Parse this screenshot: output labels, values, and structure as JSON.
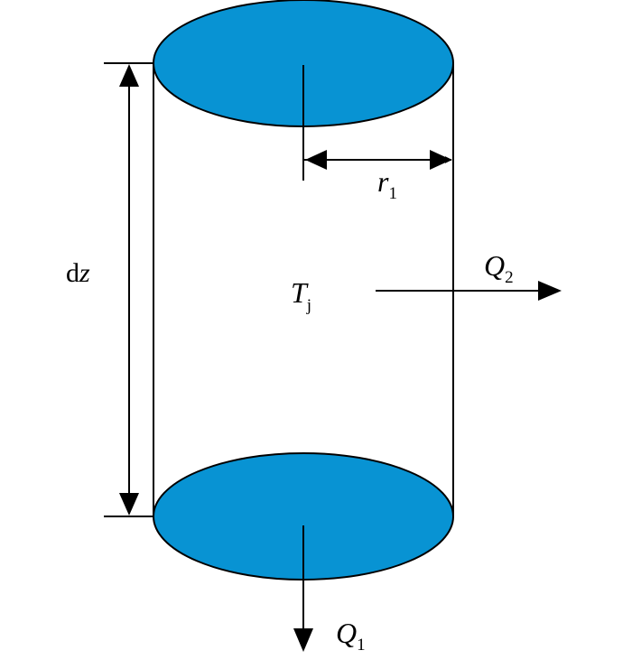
{
  "colors": {
    "cap_fill": "#0893d3",
    "stroke": "#000000",
    "background": "#ffffff"
  },
  "labels": {
    "height": "dz",
    "height_prefix": "d",
    "height_var": "z",
    "radius": "r1",
    "radius_var": "r",
    "radius_sub": "1",
    "temperature": "Tj",
    "temperature_var": "T",
    "temperature_sub": "j",
    "radial_heat": "Q2",
    "radial_heat_var": "Q",
    "radial_heat_sub": "2",
    "axial_heat": "Q1",
    "axial_heat_var": "Q",
    "axial_heat_sub": "1"
  }
}
